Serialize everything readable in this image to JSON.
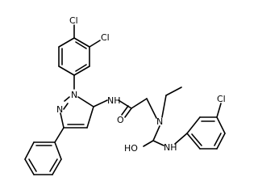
{
  "structure": {
    "atoms": {
      "cl_top": "Cl",
      "cl_mid": "Cl",
      "cl_right": "Cl",
      "n_pyrazole_2": "N",
      "n_pyrazole_1": "N",
      "n_amide_h": "NH",
      "o_carbonyl": "O",
      "n_ethyl": "N",
      "o_urea": "HO",
      "n_urea_h": "NH"
    }
  }
}
